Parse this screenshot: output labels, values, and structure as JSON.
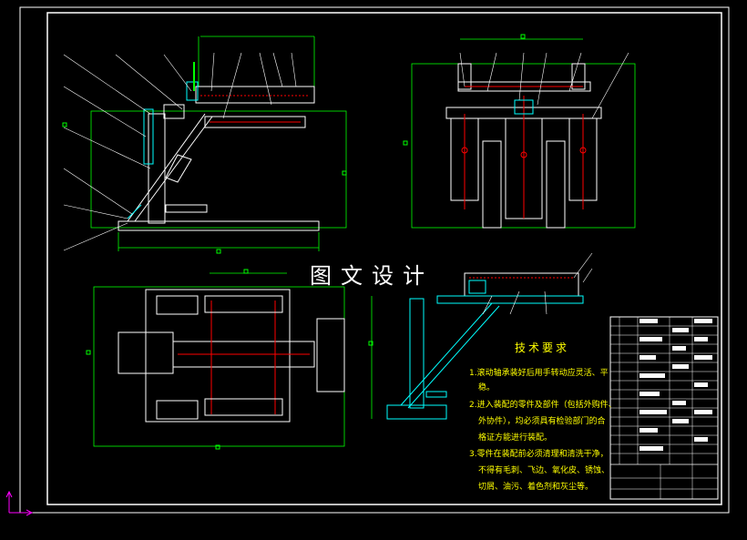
{
  "drawing": {
    "title": "图文设计",
    "tech_requirements": {
      "heading": "技术要求",
      "lines": [
        "1.滚动轴承装好后用手转动应灵活、平",
        "稳。",
        "2.进入装配的零件及部件（包括外购件、",
        "外协件），均必须具有检验部门的合",
        "格证方能进行装配。",
        "3.零件在装配前必须清理和清洗干净，",
        "不得有毛刺、飞边、氧化皮、锈蚀、",
        "切屑、油污、着色剂和灰尘等。"
      ]
    },
    "colors": {
      "background": "#000000",
      "frame": "#ffffff",
      "outline": "#ffffff",
      "dimension": "#00ff00",
      "detail": "#ff0000",
      "cyan": "#00ffff",
      "text": "#ffff00"
    }
  }
}
